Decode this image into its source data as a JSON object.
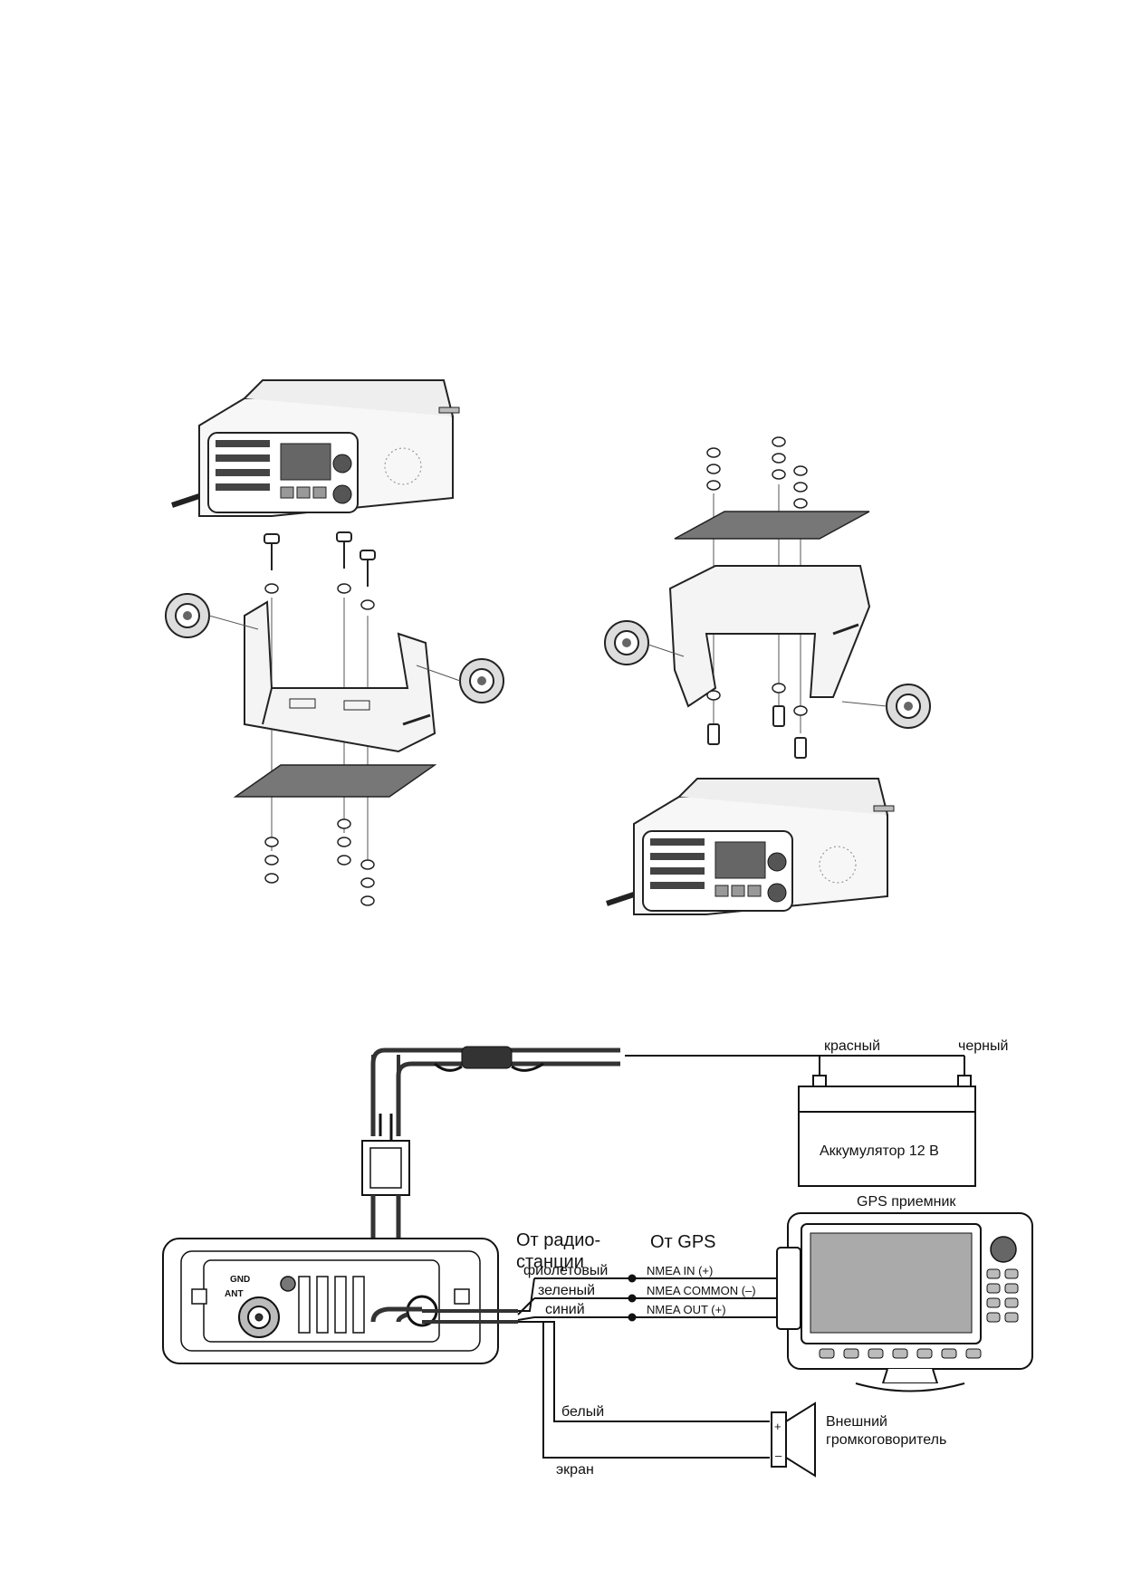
{
  "wiring": {
    "battery": {
      "label": "Аккумулятор  12 В",
      "red_wire": "красный",
      "black_wire": "черный"
    },
    "radio_panel": {
      "gnd": "GND",
      "ant": "ANT"
    },
    "header_from_radio_line1": "От радио-",
    "header_from_radio_line2": "станции",
    "header_from_gps": "От GPS",
    "gps_receiver_label": "GPS  приемник",
    "wires": [
      {
        "color_name": "фиолетовый",
        "signal": "NMEA IN (+)"
      },
      {
        "color_name": "зеленый",
        "signal": "NMEA COMMON (–)"
      },
      {
        "color_name": "синий",
        "signal": "NMEA OUT (+)"
      }
    ],
    "speaker": {
      "white_wire": "белый",
      "shield_wire": "экран",
      "plus": "+",
      "minus": "–",
      "label_line1": "Внешний",
      "label_line2": "громкоговоритель"
    }
  }
}
